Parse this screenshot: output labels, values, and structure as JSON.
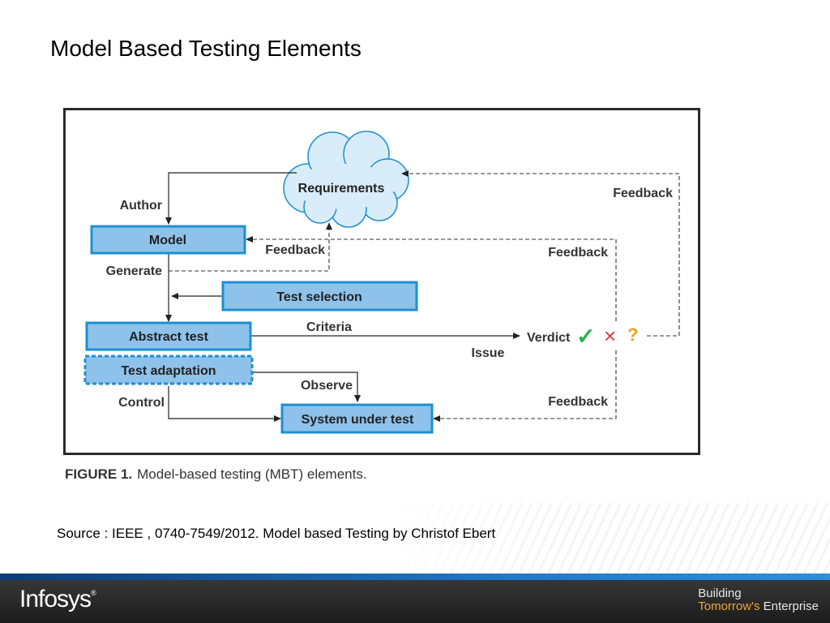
{
  "slide": {
    "title": "Model Based Testing Elements",
    "source": "Source : IEEE , 0740-7549/2012. Model based Testing by Christof Ebert"
  },
  "figure": {
    "caption_label": "FIGURE 1.",
    "caption_text": "Model-based testing (MBT) elements.",
    "nodes": {
      "requirements": "Requirements",
      "model": "Model",
      "test_selection": "Test selection",
      "abstract_test": "Abstract test",
      "test_adaptation": "Test adaptation",
      "system_under_test": "System under test",
      "verdict": "Verdict"
    },
    "edge_labels": {
      "author": "Author",
      "generate": "Generate",
      "feedback_model": "Feedback",
      "feedback_top_right": "Feedback",
      "feedback_mid_right": "Feedback",
      "feedback_bottom_right": "Feedback",
      "criteria": "Criteria",
      "issue": "Issue",
      "observe": "Observe",
      "control": "Control"
    },
    "verdict_symbols": {
      "pass": "✓",
      "fail": "×",
      "inconclusive": "?"
    },
    "colors": {
      "box_fill": "#8ec2ea",
      "box_border": "#1d8fd4",
      "cloud_fill": "#d8ecfa",
      "pass": "#2bb34a",
      "fail": "#d63a3a",
      "inconclusive": "#f0a21a"
    }
  },
  "footer": {
    "brand": "Infosys",
    "brand_mark": "®",
    "tagline_line1": "Building",
    "tagline_line2_accent": "Tomorrow's",
    "tagline_line2_rest": " Enterprise"
  }
}
